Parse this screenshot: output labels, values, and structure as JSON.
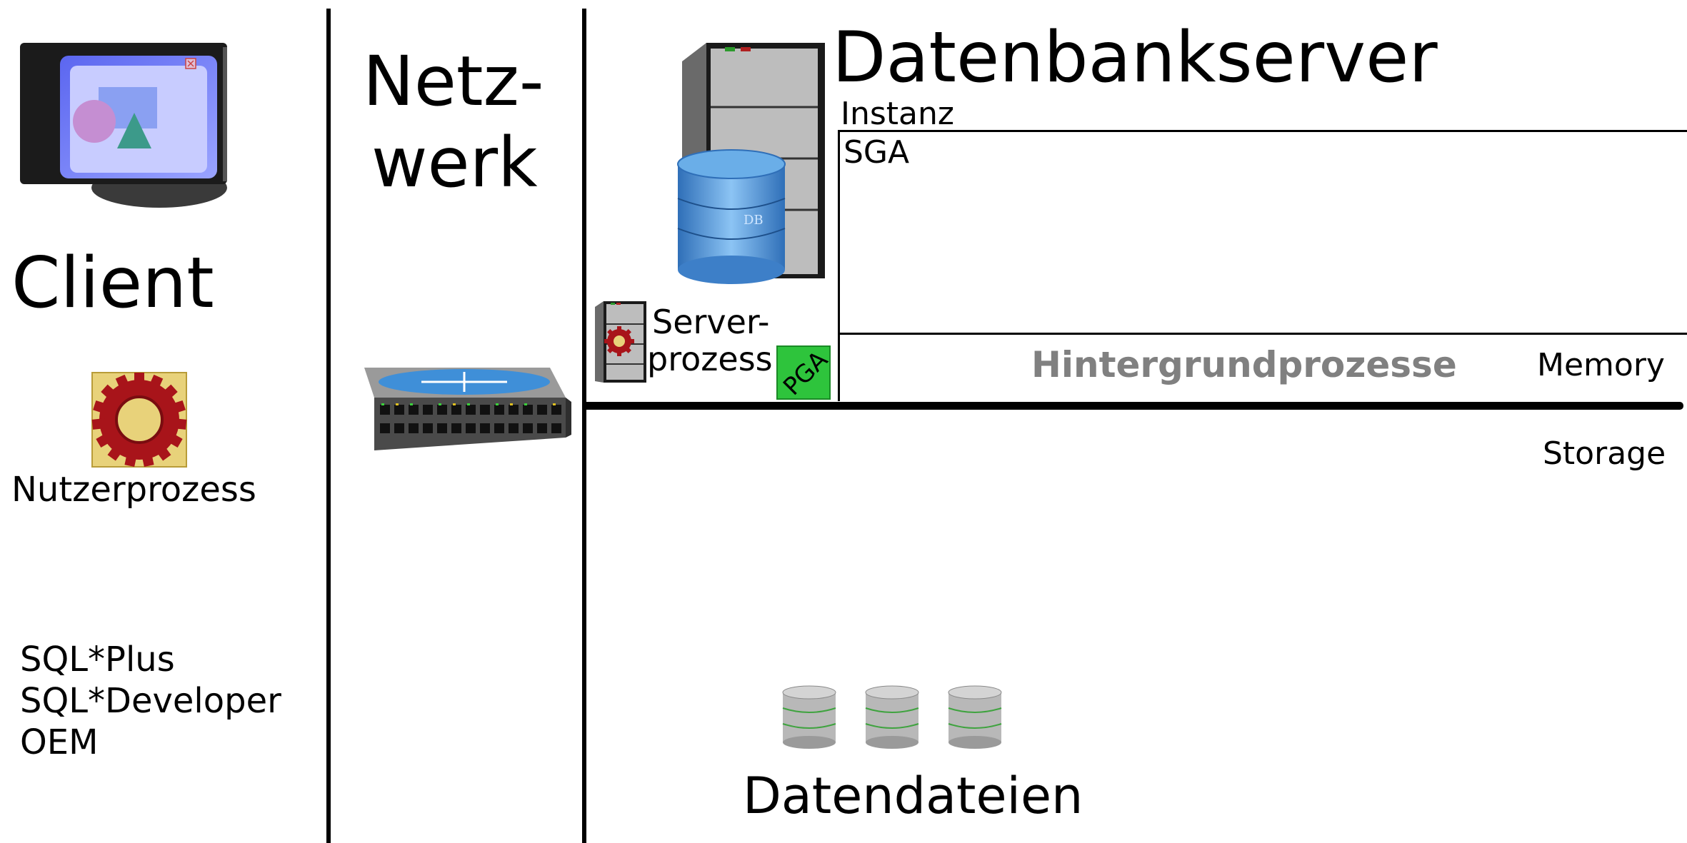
{
  "client": {
    "title": "Client",
    "process_label": "Nutzerprozess",
    "tools": [
      "SQL*Plus",
      "SQL*Developer",
      "OEM"
    ]
  },
  "network": {
    "title_line1": "Netz-",
    "title_line2": "werk"
  },
  "server": {
    "title": "Datenbankserver",
    "instance_label": "Instanz",
    "sga_label": "SGA",
    "server_process_line1": "Server-",
    "server_process_line2": "prozess",
    "pga_label": "PGA",
    "background_label": "Hintergrundprozesse",
    "memory_label": "Memory",
    "storage_label": "Storage",
    "datafiles_label": "Datendateien",
    "db_label": "DB"
  },
  "colors": {
    "background_text": "#808080",
    "gear_red": "#a8141a",
    "pga_green": "#2ec43c",
    "db_blue": "#5aa0e0",
    "screen_blue": "#7f8cf0"
  }
}
